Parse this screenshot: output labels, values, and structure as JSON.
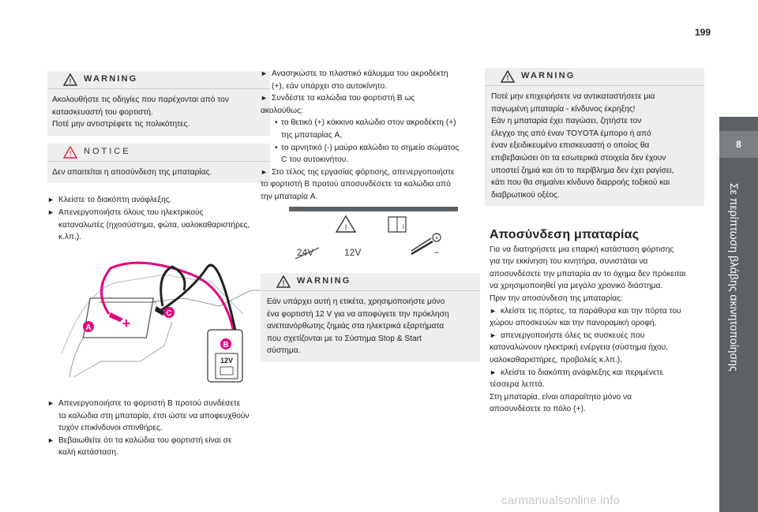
{
  "page_number": "199",
  "tab": {
    "number": "8",
    "title": "Σε περίπτωση βλάβης ακινητοποίησης"
  },
  "col1": {
    "warning1": {
      "heading": "WARNING",
      "lines": [
        "Ακολουθήστε τις οδηγίες που παρέχονται από τον",
        "κατασκευαστή του φορτιστή.",
        "Ποτέ μην αντιστρέφετε τις πολικότητες."
      ]
    },
    "notice": {
      "heading": "NOTICE",
      "text": "Δεν απαιτείται η αποσύνδεση της μπαταρίας."
    },
    "steps1": [
      {
        "lines": [
          "Κλείστε το διακόπτη ανάφλεξης."
        ]
      },
      {
        "lines": [
          "Απενεργοποιήστε όλους του ηλεκτρικούς",
          "καταναλωτές (ηχοσύστημα, φώτα, υαλοκαθαριστήρες,",
          "κ.λπ.)."
        ]
      }
    ],
    "figure": {
      "label_a": "A",
      "label_b": "B",
      "label_c": "C",
      "charger_text": "12V",
      "plus": "+",
      "minus": "−"
    },
    "steps2": [
      {
        "lines": [
          "Απενεργοποιήστε το φορτιστή B προτού συνδέσετε",
          "τα καλώδια στη μπαταρία, έτσι ώστε να αποφευχθούν",
          "τυχόν επικίνδυνοι σπινθήρες."
        ]
      },
      {
        "lines": [
          "Βεβαιωθείτε ότι τα καλώδια του φορτιστή είναι σε",
          "καλή κατάσταση."
        ]
      }
    ]
  },
  "col2": {
    "steps": [
      {
        "lines": [
          "Ανασηκώστε το πλαστικό κάλυμμα του ακροδέκτη",
          "(+), εάν υπάρχει στο αυτοκίνητο."
        ]
      },
      {
        "lines": [
          "Συνδέστε τα καλώδια του φορτιστή B ως",
          "ακολούθως:"
        ]
      }
    ],
    "bullets": [
      {
        "lines": [
          "το θετικό (+) κόκκινο καλώδιο στον ακροδέκτη (+)",
          "της μπαταρίας A,"
        ]
      },
      {
        "lines": [
          "το αρνητικό (-) μαύρο καλώδιο το σημείο σώματος",
          "C του αυτοκινήτου."
        ]
      }
    ],
    "steps3": [
      {
        "lines": [
          "Στο τέλος της εργασίας φόρτισης, απενεργοποιήστε",
          "το φορτιστή B προτού αποσυνδέσετε τα καλώδια από",
          "την μπαταρία A."
        ]
      }
    ],
    "label": {
      "v24": "24V",
      "v12": "12V",
      "warn": "!",
      "plus": "+",
      "minus": "−"
    },
    "warning2": {
      "heading": "WARNING",
      "lines": [
        "Εάν υπάρχει αυτή η ετικέτα, χρησιμοποιήστε μόνο",
        "ένα φορτιστή 12 V για να αποφύγετε την πρόκληση",
        "ανεπανόρθωτης ζημιάς στα ηλεκτρικά εξαρτήματα",
        "που σχετίζονται με το Σύστημα Stop & Start",
        "σύστημα."
      ]
    }
  },
  "col3": {
    "warning3": {
      "heading": "WARNING",
      "lines": [
        "Ποτέ μην επιχειρήσετε να αντικαταστήσετε μια",
        "παγωμένη μπαταρία - κίνδυνος έκρηξης!",
        "Εάν η μπαταρία έχει παγώσει, ζητήστε τον",
        "έλεγχο της από έναν TOYOTA έμπορο ή από",
        "έναν εξειδικευμένο επισκευαστή ο οποίος θα",
        "επιβεβαιώσει ότι τα εσωτερικά στοιχεία δεν έχουν",
        "υποστεί ζημιά και ότι το περίβλημα δεν έχει ραγίσει,",
        "κάτι που θα σημαίνει κίνδυνο διαρροής τοξικού και",
        "διαβρωτικού οξέος."
      ]
    },
    "heading": "Αποσύνδεση μπαταρίας",
    "intro": [
      "Για να διατηρήσετε μια επαρκή κατάσταση φόρτισης",
      "για την εκκίνηση του κινητήρα, συνιστάται να",
      "αποσυνδέσετε την μπαταρία αν το όχημα δεν πρόκειται",
      "να χρησιμοποιηθεί για μεγάλο χρονικό διάστημα.",
      "Πριν την αποσύνδεση της μπαταρίας:"
    ],
    "steps": [
      {
        "lines": [
          "κλείστε τις πόρτες, τα παράθυρα και την πόρτα του",
          "χώρου αποσκευών και την πανοραμική οροφή,"
        ]
      },
      {
        "lines": [
          "απενεργοποιήστε όλες τις συσκευές που",
          "καταναλώνουν ηλεκτρική ενέργεια (σύστημα ήχου,",
          "υαλοκαθαριστήρες, προβολείς κ.λπ.),"
        ]
      },
      {
        "lines": [
          "κλείστε το διακόπτη ανάφλεξης και περιμένετε",
          "τέσσερα λεπτά."
        ]
      }
    ],
    "outro": [
      "Στη μπαταρία, είναι απαραίτητο μόνο να",
      "αποσυνδέσετε το πόλο (+)."
    ]
  },
  "watermark": "carmanualsonline.info",
  "colors": {
    "tab_bg": "#5c6166",
    "tab_num_bg": "#7b8085",
    "box_bg": "#eceeef",
    "accent_red": "#e0001a",
    "accent_pink": "#e5007e"
  }
}
